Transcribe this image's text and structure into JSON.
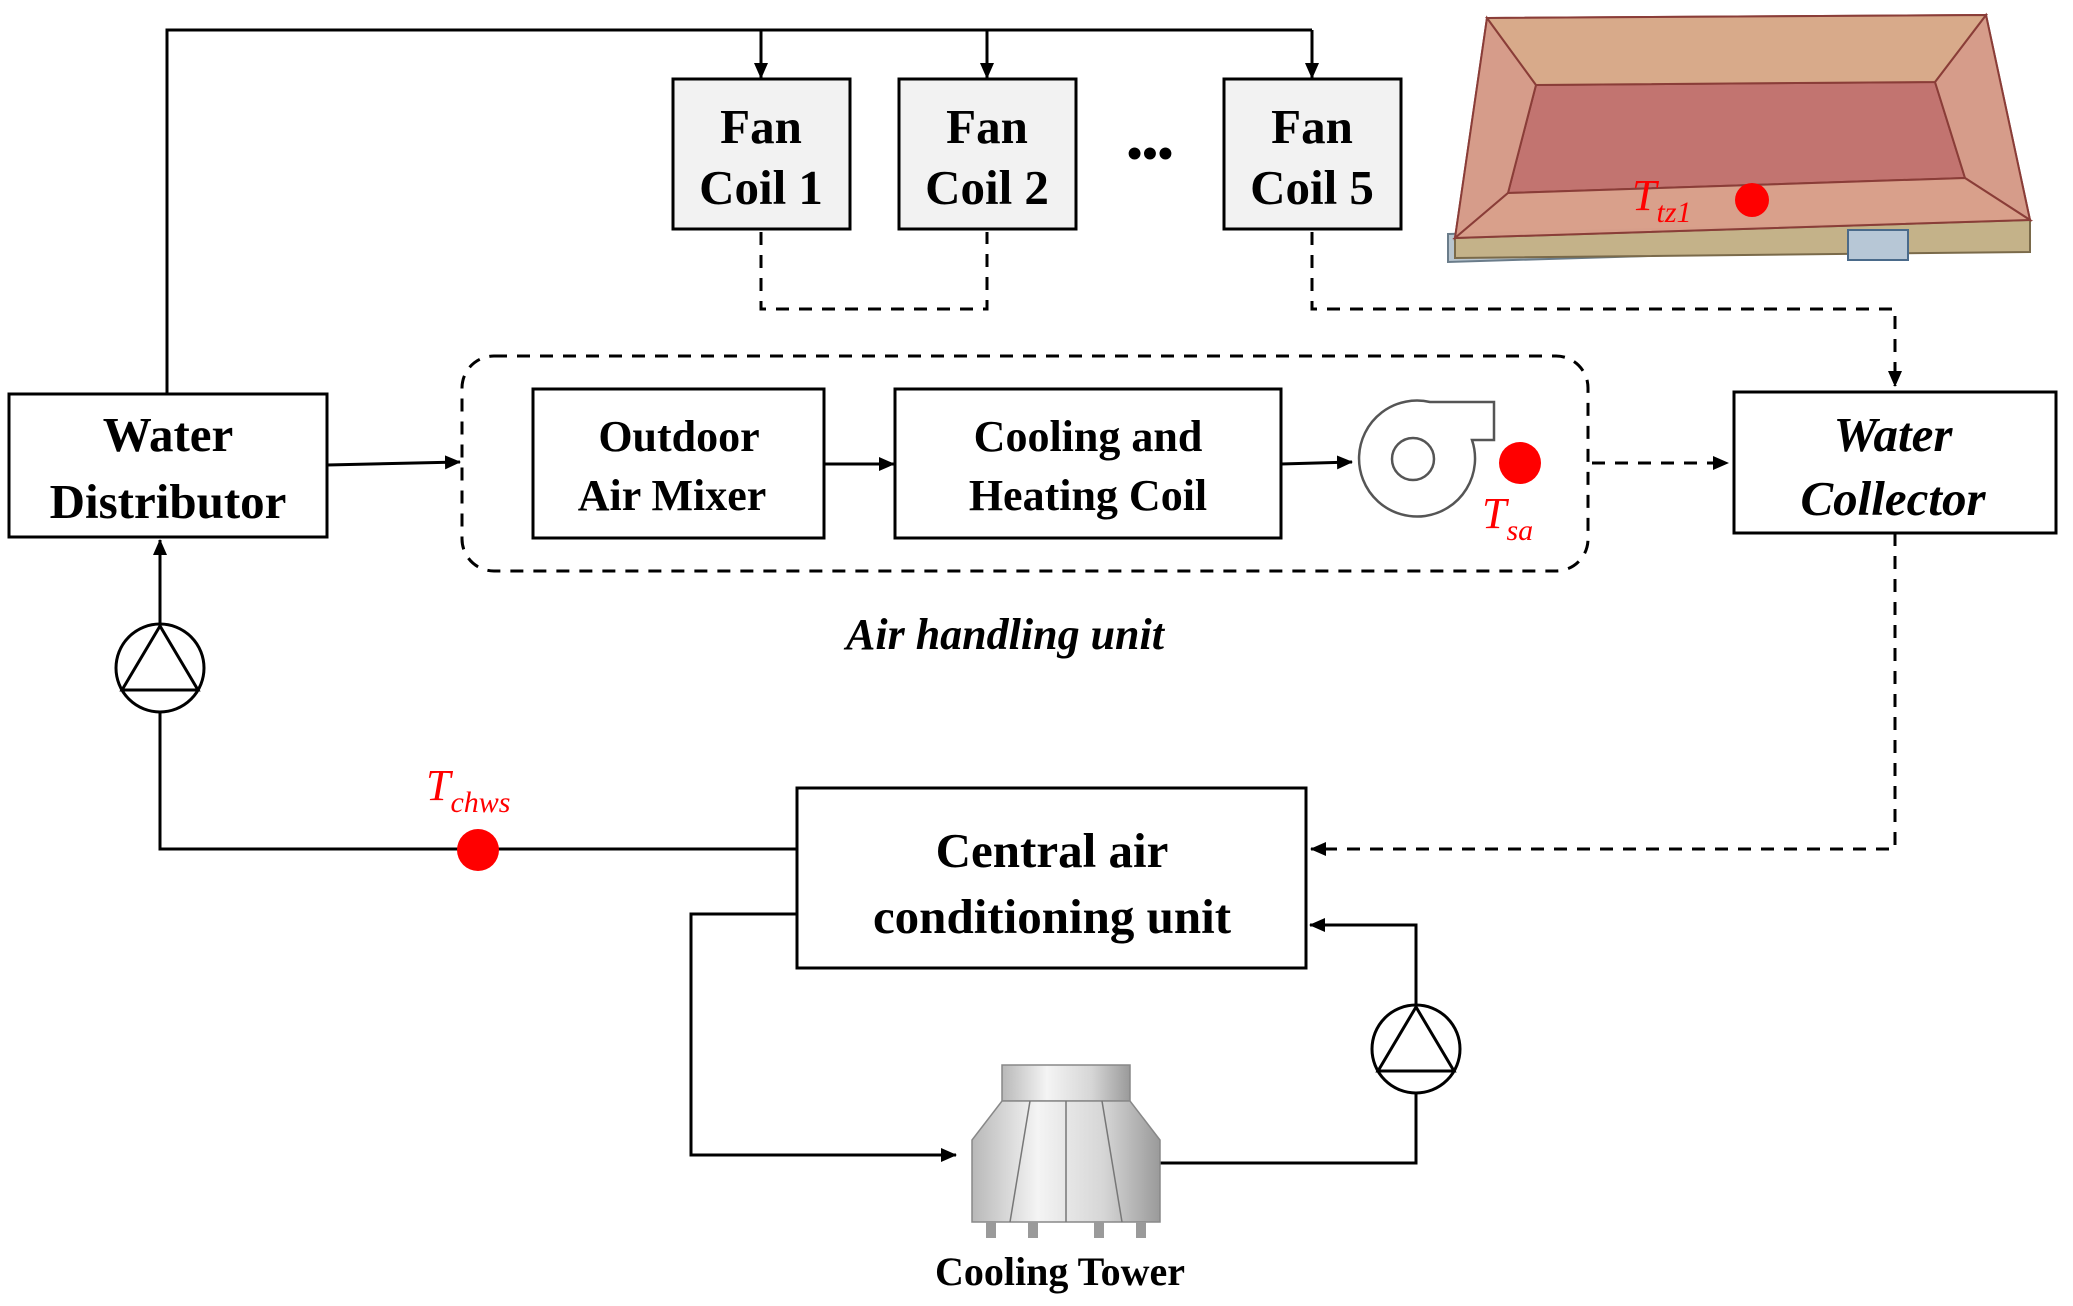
{
  "fan_coils": [
    {
      "line1": "Fan",
      "line2": "Coil 1"
    },
    {
      "line1": "Fan",
      "line2": "Coil 2"
    },
    {
      "line1": "Fan",
      "line2": "Coil 5"
    }
  ],
  "ellipsis": "•••",
  "water_distributor": {
    "line1": "Water",
    "line2": "Distributor"
  },
  "water_collector": {
    "line1": "Water",
    "line2": "Collector"
  },
  "outdoor_air_mixer": {
    "line1": "Outdoor",
    "line2": "Air Mixer"
  },
  "cooling_heating_coil": {
    "line1": "Cooling and",
    "line2": "Heating Coil"
  },
  "ahu_label": "Air handling unit",
  "central_unit": {
    "line1": "Central air",
    "line2": "conditioning unit"
  },
  "cooling_tower_label": "Cooling Tower",
  "sensors": {
    "tz1": {
      "base": "T",
      "sub": "tz1"
    },
    "sa": {
      "base": "T",
      "sub": "sa"
    },
    "chws": {
      "base": "T",
      "sub": "chws"
    }
  },
  "colors": {
    "sensor": "#ff0000",
    "zone_fill": "#c97a74",
    "fan_coil_fill": "#f2f2f2"
  }
}
